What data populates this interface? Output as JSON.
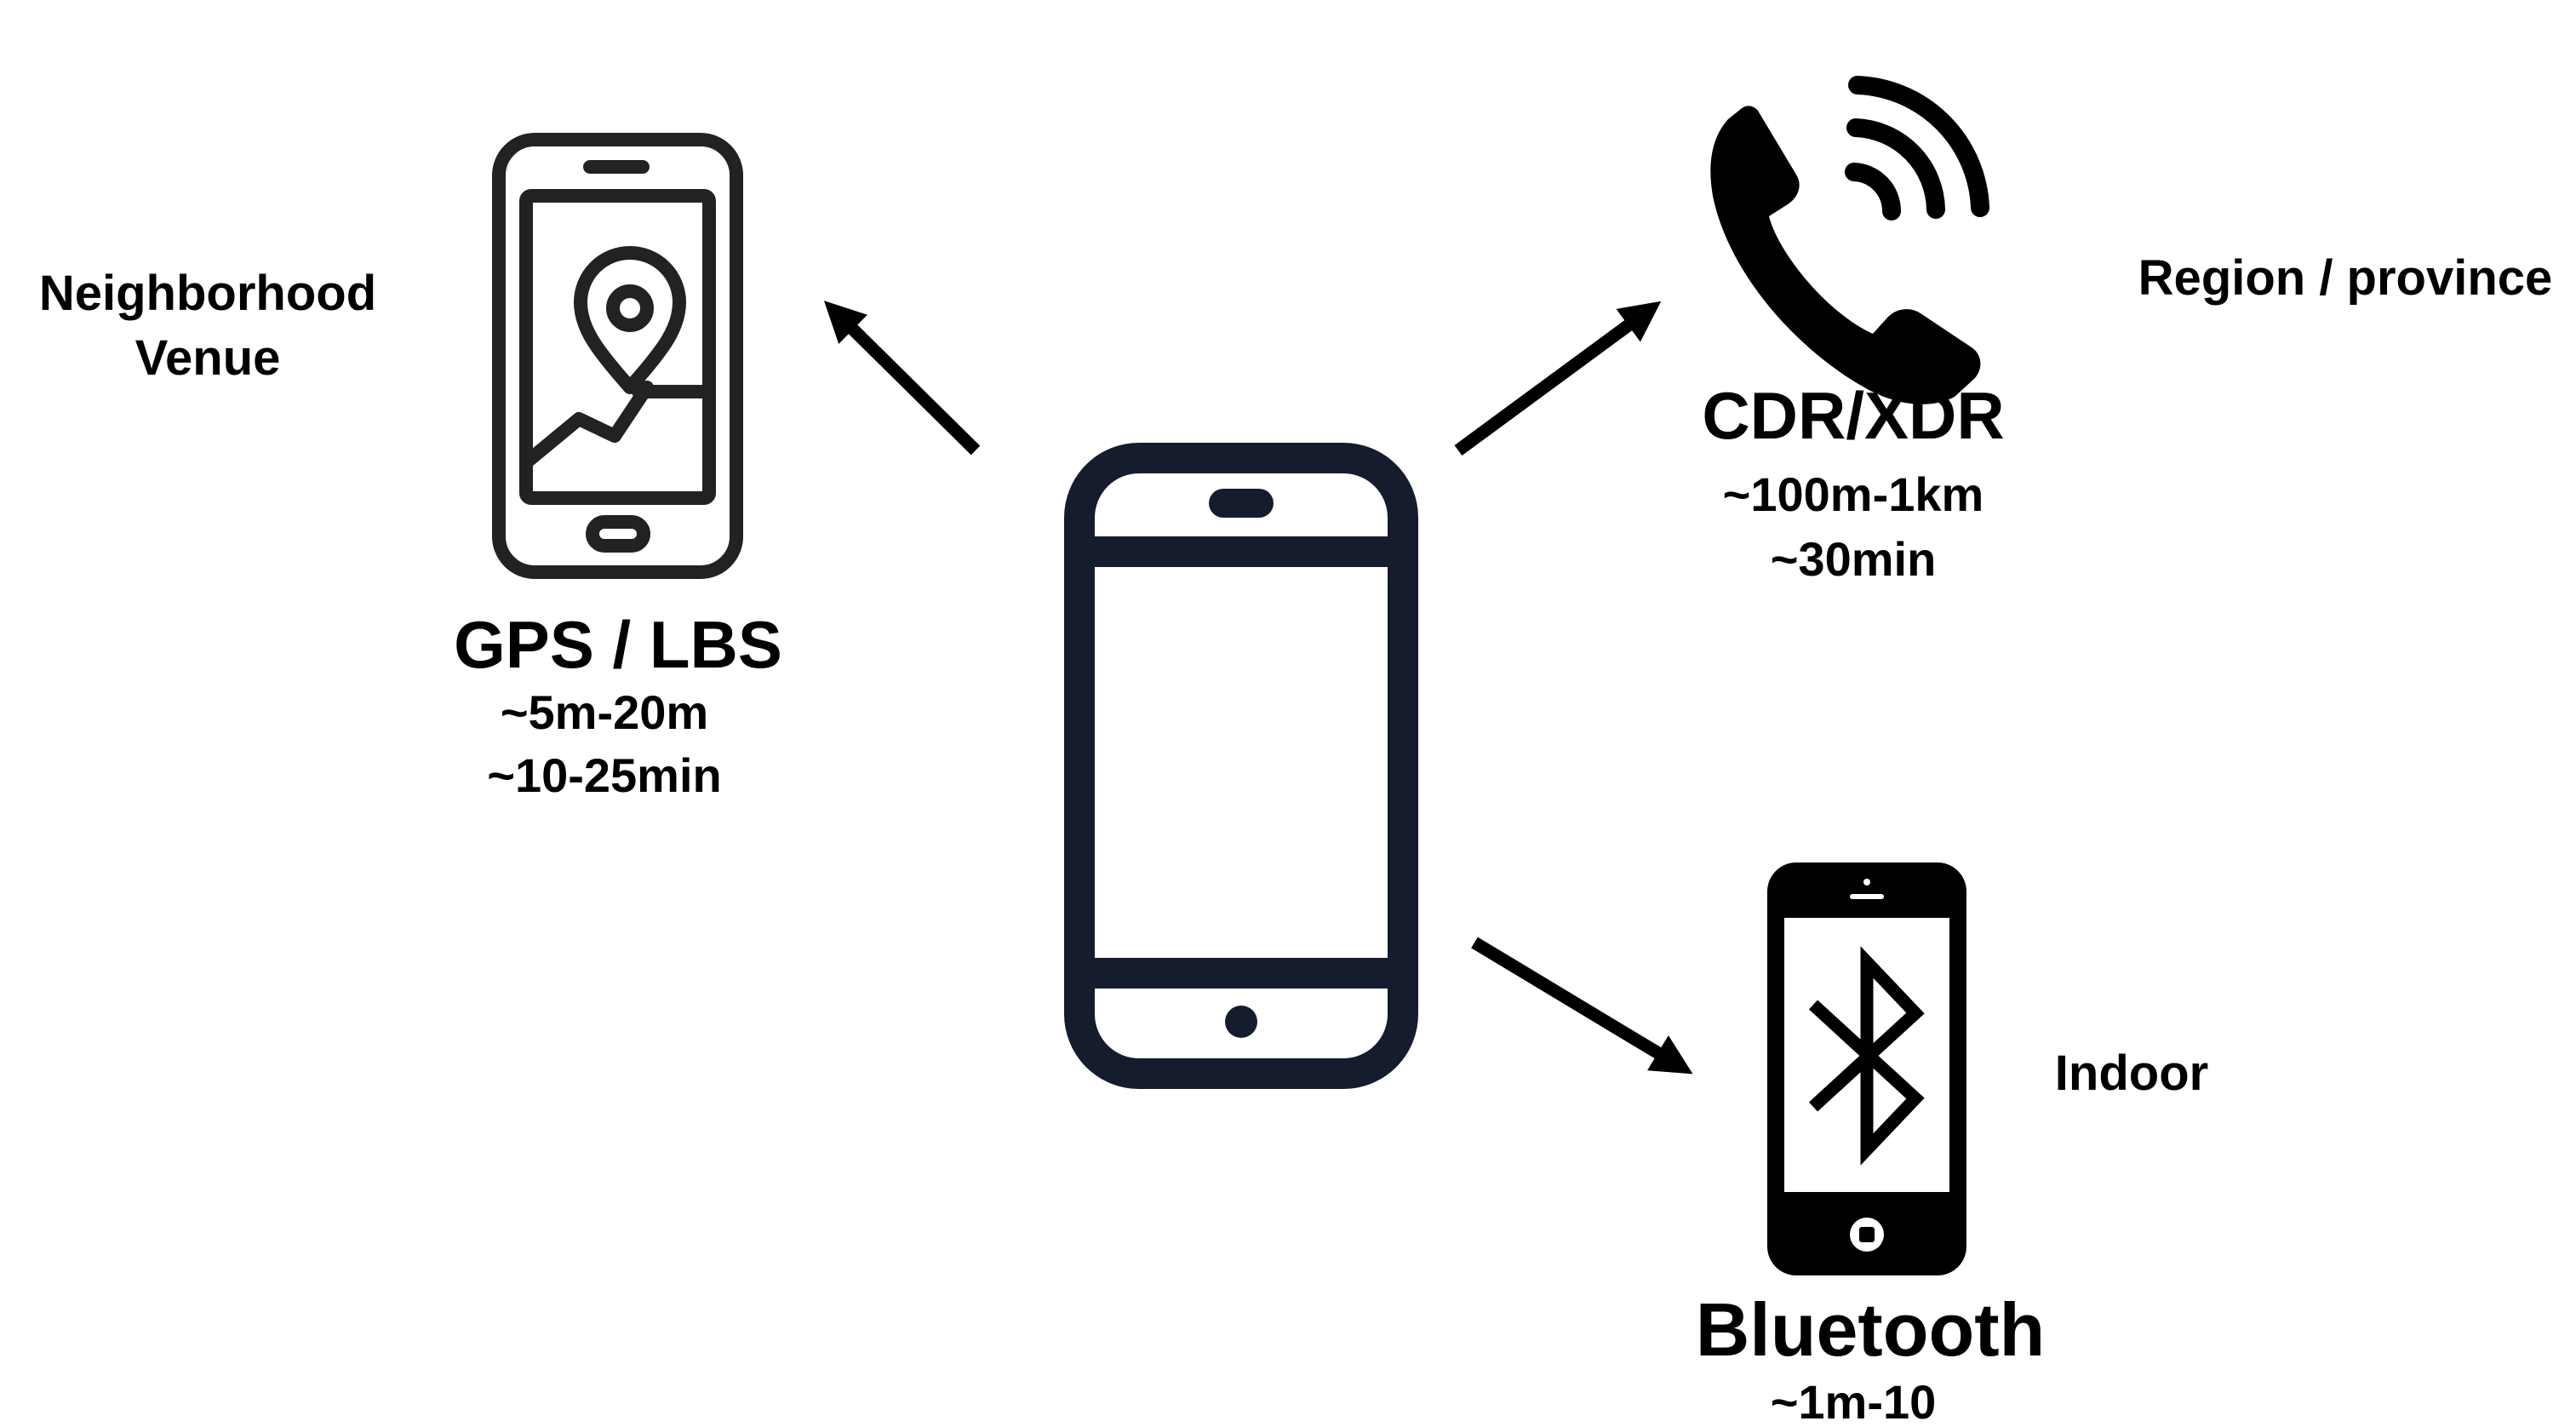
{
  "colors": {
    "phone_center": "#151c2e",
    "ink": "#000000",
    "background": "#ffffff"
  },
  "gps": {
    "title": "GPS / LBS",
    "accuracy": "~5m-20m",
    "latency": "~10-25min",
    "scope_line1": "Neighborhood",
    "scope_line2": "Venue",
    "icon": "map-phone-icon"
  },
  "cdr": {
    "title": "CDR/XDR",
    "accuracy": "~100m-1km",
    "latency": "~30min",
    "scope": "Region / province",
    "icon": "phone-call-icon"
  },
  "bluetooth": {
    "title": "Bluetooth",
    "accuracy": "~1m-10",
    "scope": "Indoor",
    "icon": "bluetooth-phone-icon"
  },
  "center": {
    "icon": "smartphone-icon"
  }
}
